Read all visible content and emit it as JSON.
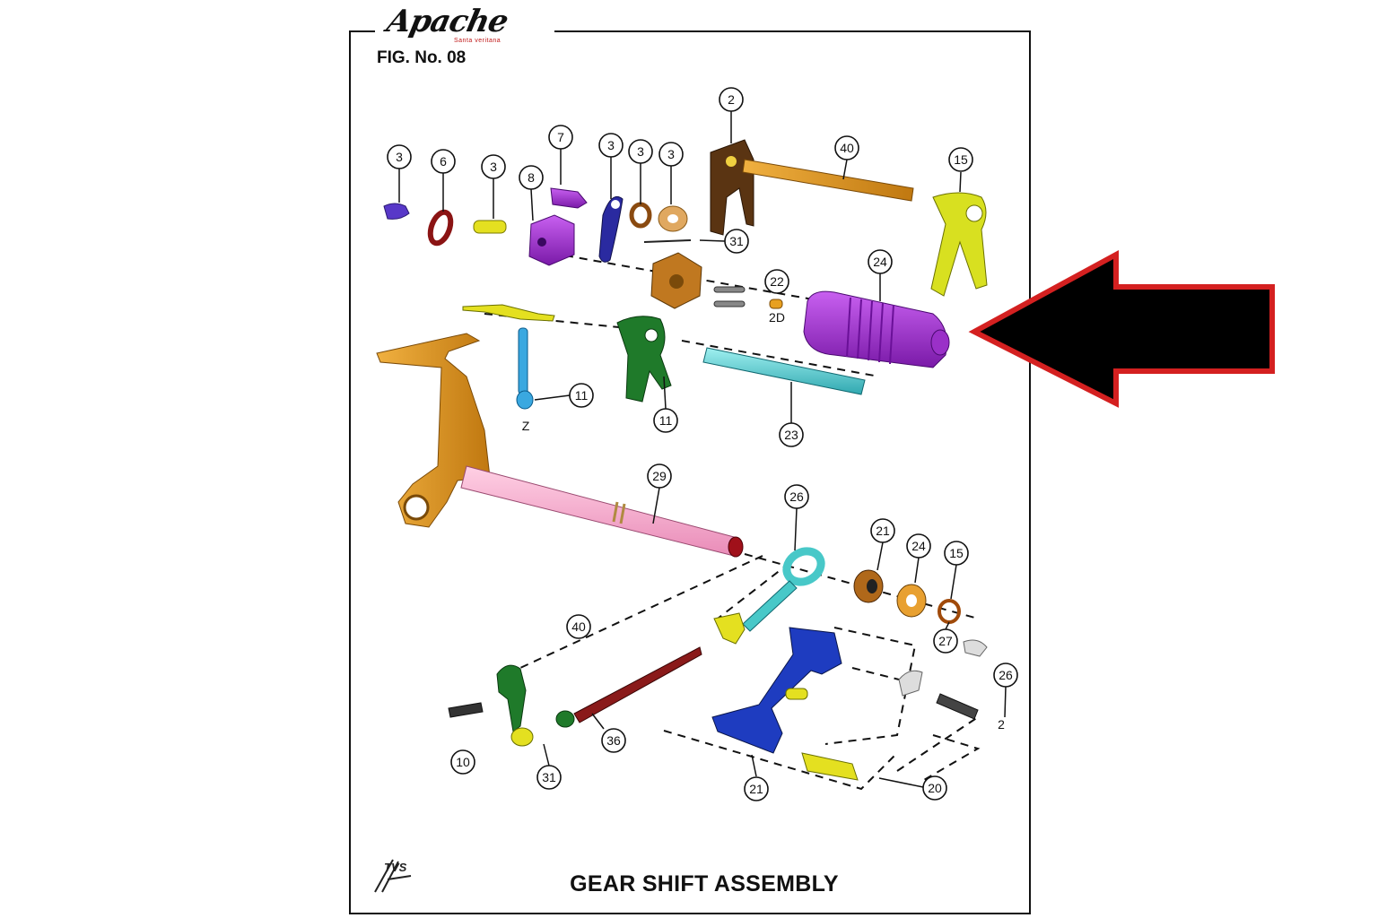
{
  "brand": {
    "name": "Apache",
    "tagline": "Santa veritana"
  },
  "figure_number": "FIG. No. 08",
  "caption": "GEAR SHIFT ASSEMBLY",
  "corner_logo": "TVS",
  "callouts": [
    {
      "id": "c-2",
      "label": "2"
    },
    {
      "id": "c-40a",
      "label": "40"
    },
    {
      "id": "c-15a",
      "label": "15"
    },
    {
      "id": "c-3a",
      "label": "3"
    },
    {
      "id": "c-6",
      "label": "6"
    },
    {
      "id": "c-3b",
      "label": "3"
    },
    {
      "id": "c-8",
      "label": "8"
    },
    {
      "id": "c-7",
      "label": "7"
    },
    {
      "id": "c-3c",
      "label": "3"
    },
    {
      "id": "c-3d",
      "label": "3"
    },
    {
      "id": "c-3e",
      "label": "3"
    },
    {
      "id": "c-31a",
      "label": "31"
    },
    {
      "id": "c-22",
      "label": "22"
    },
    {
      "id": "c-24a",
      "label": "24"
    },
    {
      "id": "c-11a",
      "label": "11"
    },
    {
      "id": "c-11b",
      "label": "11"
    },
    {
      "id": "c-23",
      "label": "23"
    },
    {
      "id": "c-29",
      "label": "29"
    },
    {
      "id": "c-26a",
      "label": "26"
    },
    {
      "id": "c-21a",
      "label": "21"
    },
    {
      "id": "c-24b",
      "label": "24"
    },
    {
      "id": "c-15b",
      "label": "15"
    },
    {
      "id": "c-27",
      "label": "27"
    },
    {
      "id": "c-26b",
      "label": "26"
    },
    {
      "id": "c-40b",
      "label": "40"
    },
    {
      "id": "c-10",
      "label": "10"
    },
    {
      "id": "c-36",
      "label": "36"
    },
    {
      "id": "c-31b",
      "label": "31"
    },
    {
      "id": "c-21b",
      "label": "21"
    },
    {
      "id": "c-20",
      "label": "20"
    }
  ],
  "loose_marks": [
    {
      "id": "m-2d",
      "label": "2D"
    },
    {
      "id": "m-z",
      "label": "Z"
    },
    {
      "id": "m-2e",
      "label": "2"
    }
  ],
  "colors": {
    "arrow_fill": "#000000",
    "arrow_outline": "#d42020",
    "shift_drum": "#a12fd0",
    "shaft": "#f4a8c8",
    "rod": "#48c8c8",
    "pedal": "#1e3cc0"
  }
}
